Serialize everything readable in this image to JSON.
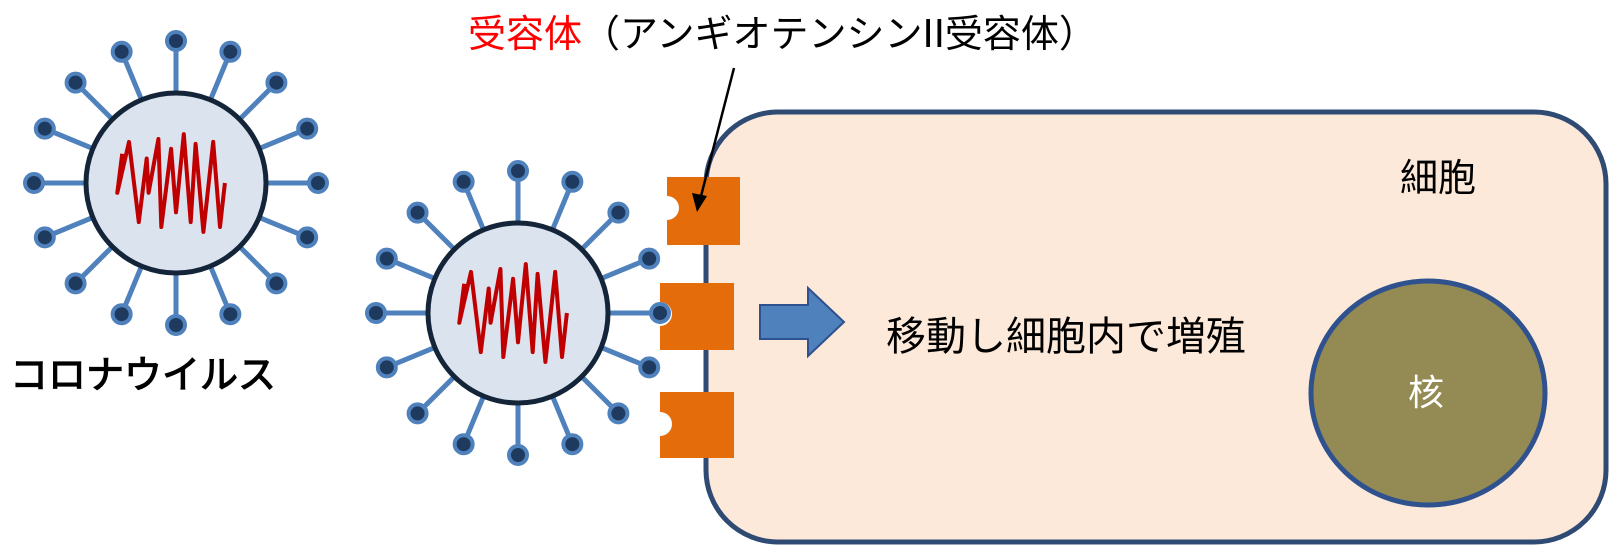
{
  "receptor_title": {
    "highlight": "受容体",
    "rest": "（アンギオテンシンII受容体）",
    "highlight_color": "#ff0000"
  },
  "virus_label": "コロナウイルス",
  "cell_label": "細胞",
  "process_label": "移動し細胞内で増殖",
  "nucleus_label": "核",
  "colors": {
    "virus_body": "#dbe3ef",
    "virus_outline": "#14253a",
    "spike": "#4f81bd",
    "spike_tip": "#1f3a5f",
    "rna": "#c00000",
    "cell_fill": "#fde9d9",
    "cell_outline": "#2f4a73",
    "receptor": "#e46c0a",
    "arrow": "#4f81bd",
    "nucleus_fill": "#948a54",
    "nucleus_outline": "#2f528f"
  },
  "icons": {
    "virus": "coronavirus-icon",
    "arrow": "block-arrow-right-icon",
    "receptor": "receptor-block-icon"
  }
}
